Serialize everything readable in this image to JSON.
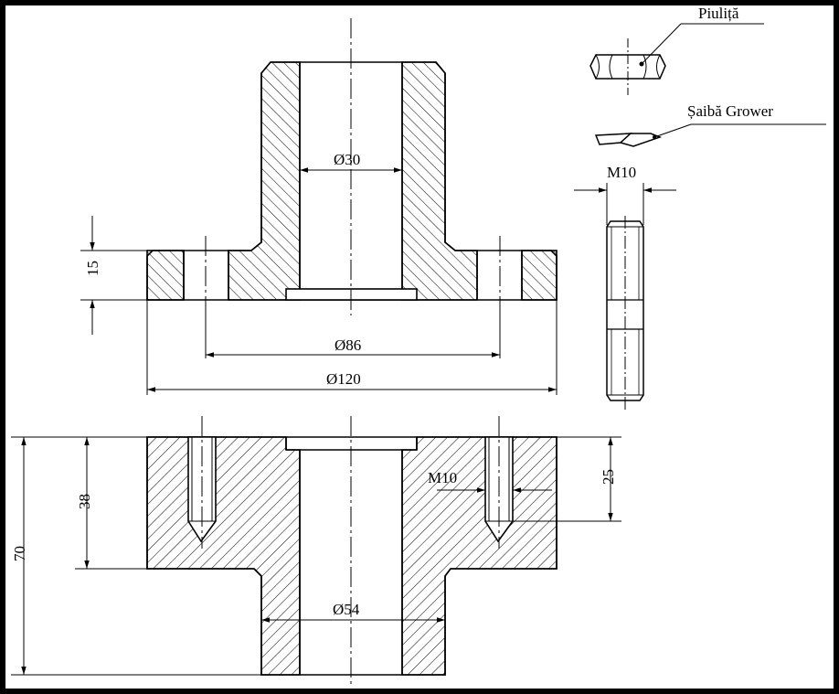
{
  "labels": {
    "nut": "Piuliță",
    "washer": "Șaibă Grower",
    "bolt_thread": "M10",
    "bore_top": "Ø30",
    "flange_thickness": "15",
    "bolt_circle": "Ø86",
    "flange_diameter": "Ø120",
    "flange_height": "38",
    "total_height": "70",
    "tap_depth": "25",
    "tap_thread": "M10",
    "bore_bottom": "Ø54"
  },
  "colors": {
    "background": "#ffffff",
    "frame": "#000000",
    "ink": "#000000"
  }
}
